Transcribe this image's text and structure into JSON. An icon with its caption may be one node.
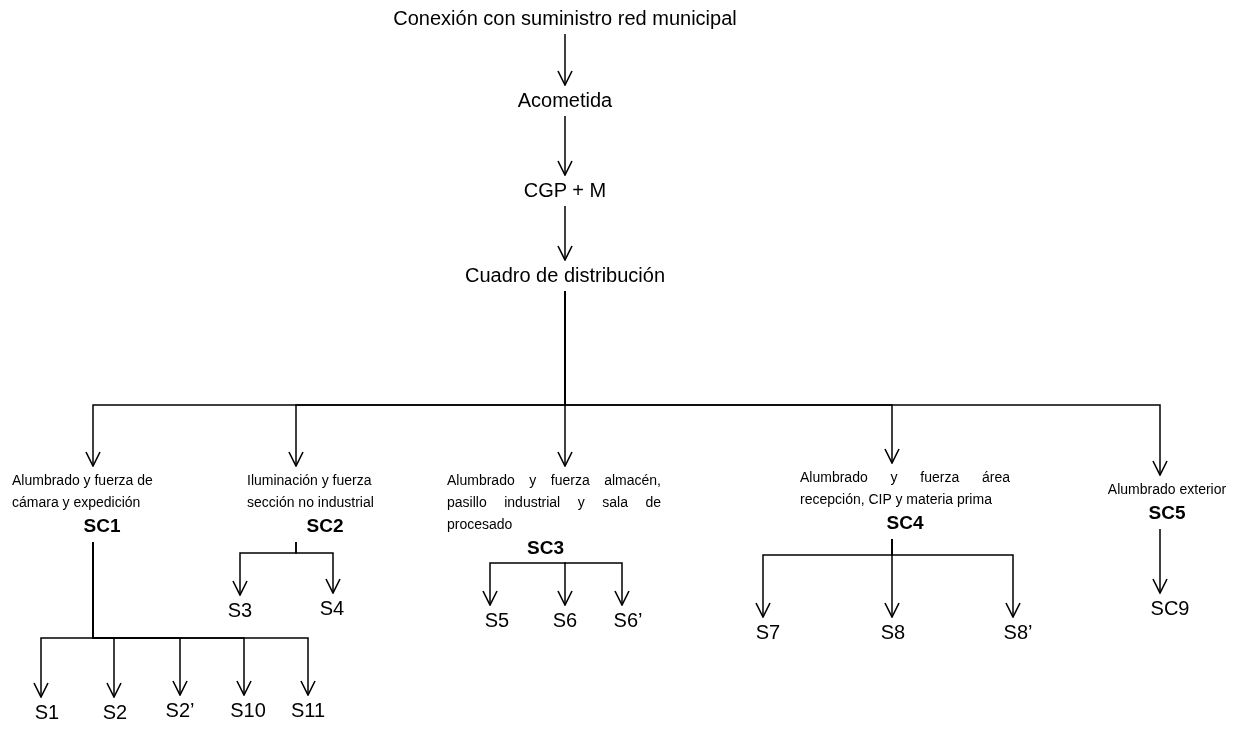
{
  "diagram": {
    "nodes": [
      {
        "text": [
          "Conexión con suministro red municipal"
        ]
      },
      {
        "text": [
          "Acometida"
        ]
      },
      {
        "text": [
          "CGP + M"
        ]
      },
      {
        "text": [
          "Cuadro de distribución"
        ]
      },
      {
        "text": [
          "Alumbrado y fuerza de cámara y expedición",
          "SC1"
        ]
      },
      {
        "text": [
          "Iluminación y fuerza sección no industrial",
          "SC2"
        ]
      },
      {
        "text": [
          "Alumbrado y fuerza almacén, pasillo industrial y sala de procesado",
          "SC3"
        ]
      },
      {
        "text": [
          "Alumbrado y fuerza área recepción, CIP y materia prima",
          "SC4"
        ]
      },
      {
        "text": [
          "Alumbrado exterior",
          "SC5"
        ]
      },
      {
        "text": [
          "S1"
        ]
      },
      {
        "text": [
          "S2"
        ]
      },
      {
        "text": [
          "S2’"
        ]
      },
      {
        "text": [
          "S10"
        ]
      },
      {
        "text": [
          "S11"
        ]
      },
      {
        "text": [
          "S3"
        ]
      },
      {
        "text": [
          "S4"
        ]
      },
      {
        "text": [
          "S5"
        ]
      },
      {
        "text": [
          "S6"
        ]
      },
      {
        "text": [
          "S6’"
        ]
      },
      {
        "text": [
          "S7"
        ]
      },
      {
        "text": [
          "S8"
        ]
      },
      {
        "text": [
          "S8’"
        ]
      },
      {
        "text": [
          "SC9"
        ]
      }
    ],
    "edges": [
      {
        "from": 0,
        "to": 1,
        "arrow": "to"
      },
      {
        "from": 1,
        "to": 2,
        "arrow": "to"
      },
      {
        "from": 2,
        "to": 3,
        "arrow": "to"
      },
      {
        "from": 3,
        "to": 4,
        "arrow": "to"
      },
      {
        "from": 3,
        "to": 5,
        "arrow": "to"
      },
      {
        "from": 3,
        "to": 6,
        "arrow": "to"
      },
      {
        "from": 3,
        "to": 7,
        "arrow": "to"
      },
      {
        "from": 3,
        "to": 8,
        "arrow": "to"
      },
      {
        "from": 4,
        "to": 9,
        "arrow": "to"
      },
      {
        "from": 4,
        "to": 10,
        "arrow": "to"
      },
      {
        "from": 4,
        "to": 11,
        "arrow": "to"
      },
      {
        "from": 4,
        "to": 12,
        "arrow": "to"
      },
      {
        "from": 4,
        "to": 13,
        "arrow": "to"
      },
      {
        "from": 5,
        "to": 14,
        "arrow": "to"
      },
      {
        "from": 5,
        "to": 15,
        "arrow": "to"
      },
      {
        "from": 6,
        "to": 16,
        "arrow": "to"
      },
      {
        "from": 6,
        "to": 17,
        "arrow": "to"
      },
      {
        "from": 6,
        "to": 18,
        "arrow": "to"
      },
      {
        "from": 7,
        "to": 19,
        "arrow": "to"
      },
      {
        "from": 7,
        "to": 20,
        "arrow": "to"
      },
      {
        "from": 7,
        "to": 21,
        "arrow": "to"
      },
      {
        "from": 8,
        "to": 22,
        "arrow": "to"
      }
    ]
  }
}
